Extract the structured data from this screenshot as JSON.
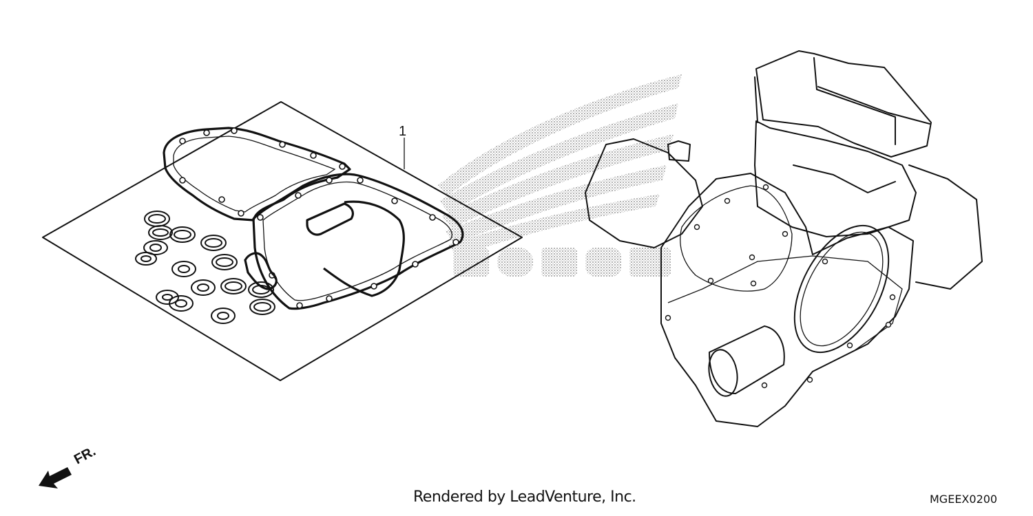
{
  "diagram": {
    "callouts": [
      {
        "number": "1"
      }
    ],
    "direction_label": "FR.",
    "watermark": {
      "brand": "HONDA"
    },
    "footer": {
      "credit": "Rendered by LeadVenture, Inc.",
      "code": "MGEEX0200"
    },
    "icons": [
      "front-arrow-icon",
      "honda-wing-watermark-icon"
    ],
    "colors": {
      "ink": "#111111",
      "watermark": "#bfbfbf",
      "background": "#ffffff"
    }
  }
}
